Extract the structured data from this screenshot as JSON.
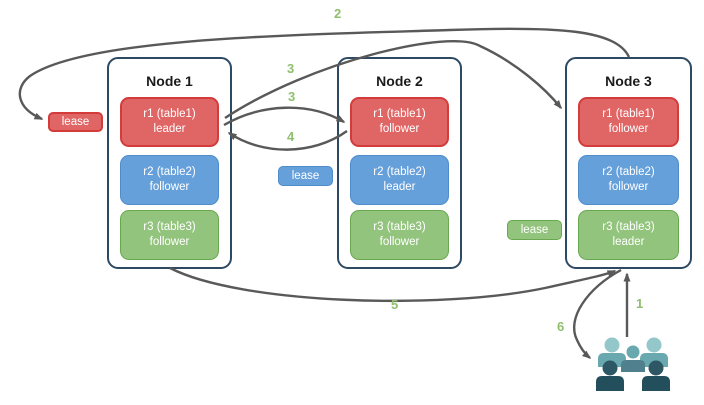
{
  "diagram": {
    "nodes": [
      {
        "title": "Node 1",
        "replicas": [
          {
            "label": "r1 (table1)",
            "role": "leader",
            "color": "red"
          },
          {
            "label": "r2 (table2)",
            "role": "follower",
            "color": "blue"
          },
          {
            "label": "r3 (table3)",
            "role": "follower",
            "color": "green"
          }
        ]
      },
      {
        "title": "Node 2",
        "replicas": [
          {
            "label": "r1 (table1)",
            "role": "follower",
            "color": "red"
          },
          {
            "label": "r2 (table2)",
            "role": "leader",
            "color": "blue"
          },
          {
            "label": "r3 (table3)",
            "role": "follower",
            "color": "green"
          }
        ]
      },
      {
        "title": "Node 3",
        "replicas": [
          {
            "label": "r1 (table1)",
            "role": "follower",
            "color": "red"
          },
          {
            "label": "r2 (table2)",
            "role": "follower",
            "color": "blue"
          },
          {
            "label": "r3 (table3)",
            "role": "leader",
            "color": "green"
          }
        ]
      }
    ],
    "leases": [
      {
        "label": "lease",
        "color": "red",
        "near": "node1-r1-leader"
      },
      {
        "label": "lease",
        "color": "blue",
        "near": "node2-r2-leader"
      },
      {
        "label": "lease",
        "color": "green",
        "near": "node3-r3-leader"
      }
    ],
    "steps": [
      {
        "number": "1",
        "from": "users",
        "to": "node3"
      },
      {
        "number": "2",
        "from": "node3",
        "to": "node1-r1-lease"
      },
      {
        "number": "3",
        "from": "node1-r1-leader",
        "to": "node3-r1-follower"
      },
      {
        "number": "3",
        "from": "node1-r1-leader",
        "to": "node2-r1-follower"
      },
      {
        "number": "4",
        "from": "node2-r1-follower",
        "to": "node1-r1-leader"
      },
      {
        "number": "5",
        "from": "node1",
        "to": "node3"
      },
      {
        "number": "6",
        "from": "node3",
        "to": "users"
      }
    ],
    "colors": {
      "red-fill": "#e06666",
      "red-border": "#d43b3b",
      "blue-fill": "#66a0db",
      "blue-border": "#4f8cc9",
      "green-fill": "#93c47d",
      "green-border": "#6aa84f",
      "node-border": "#2e4a62",
      "arrow": "#595959",
      "step-number": "#8fbf6e",
      "users-light": "#93c7ca",
      "users-medium": "#68a8ae",
      "users-slate": "#50808d",
      "users-dark": "#2d5765",
      "users-darkest": "#234e5c"
    }
  }
}
